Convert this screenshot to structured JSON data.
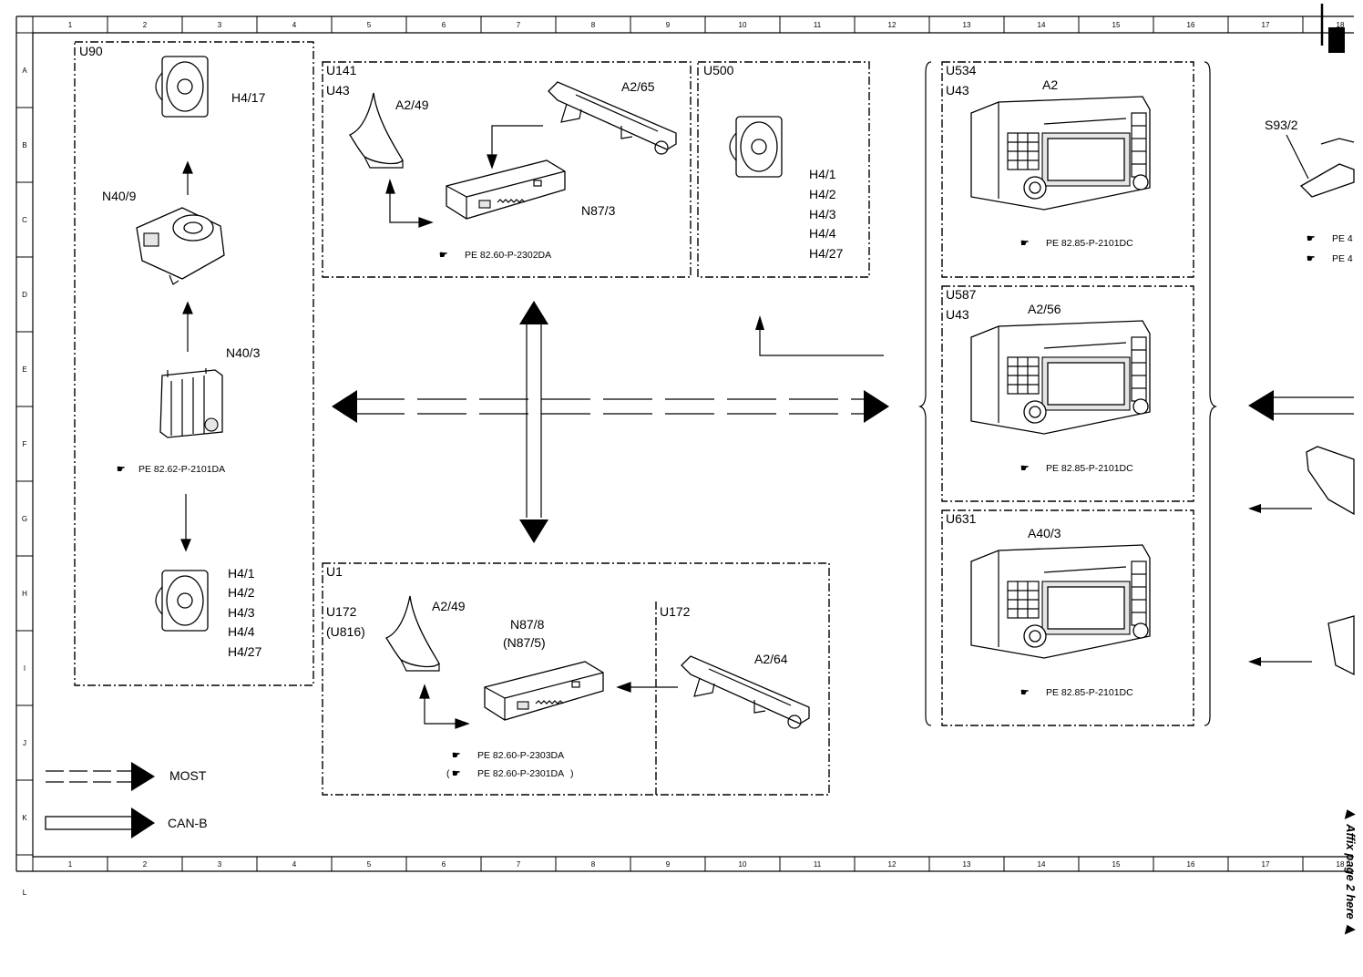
{
  "grid": {
    "columns": [
      "1",
      "2",
      "3",
      "4",
      "5",
      "6",
      "7",
      "8",
      "9",
      "10",
      "11",
      "12",
      "13",
      "14",
      "15",
      "16",
      "17",
      "18"
    ],
    "rows": [
      "A",
      "B",
      "C",
      "D",
      "E",
      "F",
      "G",
      "H",
      "I",
      "J",
      "K",
      "L"
    ]
  },
  "groups": {
    "u90": {
      "code": "U90"
    },
    "u141": {
      "code": "U141",
      "sub": "U43"
    },
    "u500": {
      "code": "U500"
    },
    "u534": {
      "code": "U534",
      "sub": "U43"
    },
    "u587": {
      "code": "U587",
      "sub": "U43"
    },
    "u631": {
      "code": "U631"
    },
    "u1": {
      "code": "U1",
      "sub": "U172",
      "sub2": "(U816)"
    },
    "u172": {
      "code": "U172"
    }
  },
  "components": {
    "h4_17": "H4/17",
    "n40_9": "N40/9",
    "n40_3": "N40/3",
    "u90_speakers": [
      "H4/1",
      "H4/2",
      "H4/3",
      "H4/4",
      "H4/27"
    ],
    "a2_49_top": "A2/49",
    "a2_65": "A2/65",
    "n87_3": "N87/3",
    "u500_speakers": [
      "H4/1",
      "H4/2",
      "H4/3",
      "H4/4",
      "H4/27"
    ],
    "a2": "A2",
    "a2_56": "A2/56",
    "a40_3": "A40/3",
    "a2_49_bottom": "A2/49",
    "n87_8": "N87/8",
    "n87_5": "(N87/5)",
    "a2_64": "A2/64",
    "s93_2": "S93/2"
  },
  "references": {
    "u90": "PE 82.62-P-2101DA",
    "u141": "PE 82.60-P-2302DA",
    "u534": "PE 82.85-P-2101DC",
    "u587": "PE 82.85-P-2101DC",
    "u631": "PE 82.85-P-2101DC",
    "u1_a": "PE 82.60-P-2303DA",
    "u1_b": "PE 82.60-P-2301DA",
    "right_a": "PE 4",
    "right_b": "PE 4"
  },
  "legend": {
    "most": "MOST",
    "canb": "CAN-B"
  },
  "affix_note": "▶ Affix page 2 here ▶"
}
